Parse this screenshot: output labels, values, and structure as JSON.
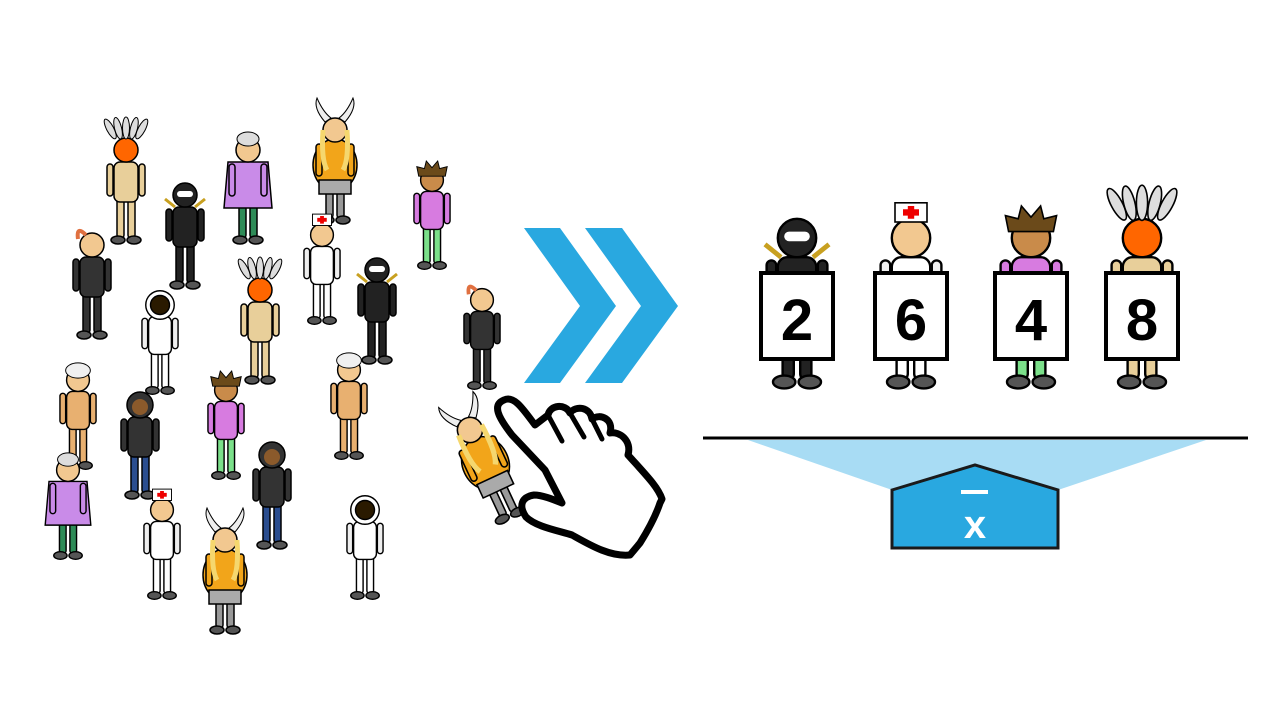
{
  "population": {
    "members": [
      {
        "type": "native-chief"
      },
      {
        "type": "ninja"
      },
      {
        "type": "grandma"
      },
      {
        "type": "viking-woman"
      },
      {
        "type": "punk-girl"
      },
      {
        "type": "dancer-woman"
      },
      {
        "type": "astronaut"
      },
      {
        "type": "native-chief"
      },
      {
        "type": "nurse"
      },
      {
        "type": "ninja"
      },
      {
        "type": "dancer-woman"
      },
      {
        "type": "swami"
      },
      {
        "type": "biker"
      },
      {
        "type": "punk-girl"
      },
      {
        "type": "swami"
      },
      {
        "type": "grandma"
      },
      {
        "type": "biker"
      },
      {
        "type": "nurse"
      },
      {
        "type": "viking-woman"
      },
      {
        "type": "astronaut"
      },
      {
        "type": "viking-woman"
      }
    ],
    "selected_type": "viking-woman"
  },
  "sample": {
    "members": [
      {
        "type": "ninja",
        "value": "2"
      },
      {
        "type": "nurse",
        "value": "6"
      },
      {
        "type": "punk-girl",
        "value": "4"
      },
      {
        "type": "native-chief",
        "value": "8"
      }
    ]
  },
  "statistic": {
    "symbol": "x",
    "name": "sample-mean"
  },
  "colors": {
    "arrow": "#29a8e0",
    "statistic_box": "#29a8e0",
    "funnel": "#a8dcf4",
    "line": "#000000"
  },
  "icons": [
    "double-chevron-icon",
    "pointing-hand-icon"
  ]
}
